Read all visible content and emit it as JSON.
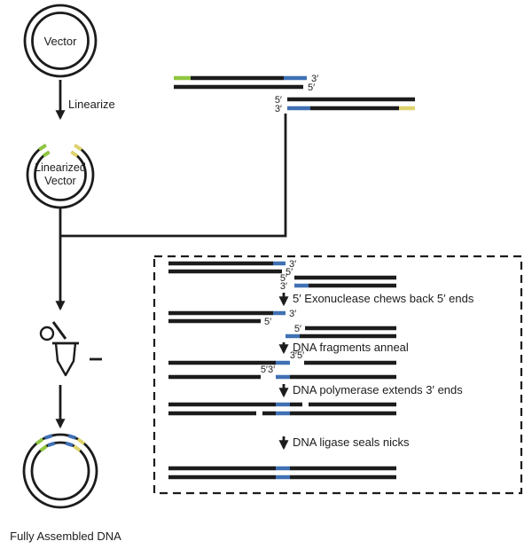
{
  "colors": {
    "ink": "#1c1c1c",
    "green": "#8fc640",
    "yellow": "#ddd36e",
    "blue": "#4070b4"
  },
  "left": {
    "vector": "Vector",
    "linearize": "Linearize",
    "linearized": [
      "Linearized",
      "Vector"
    ],
    "final": "Fully Assembled DNA"
  },
  "primes": {
    "p3": "3′",
    "p5": "5′",
    "p35": "3′5′",
    "p53": "5′3′"
  },
  "steps": {
    "exo": "5′ Exonuclease chews back 5′ ends",
    "anneal": "DNA fragments anneal",
    "poly": "DNA polymerase extends 3′ ends",
    "ligase": "DNA ligase seals nicks"
  }
}
